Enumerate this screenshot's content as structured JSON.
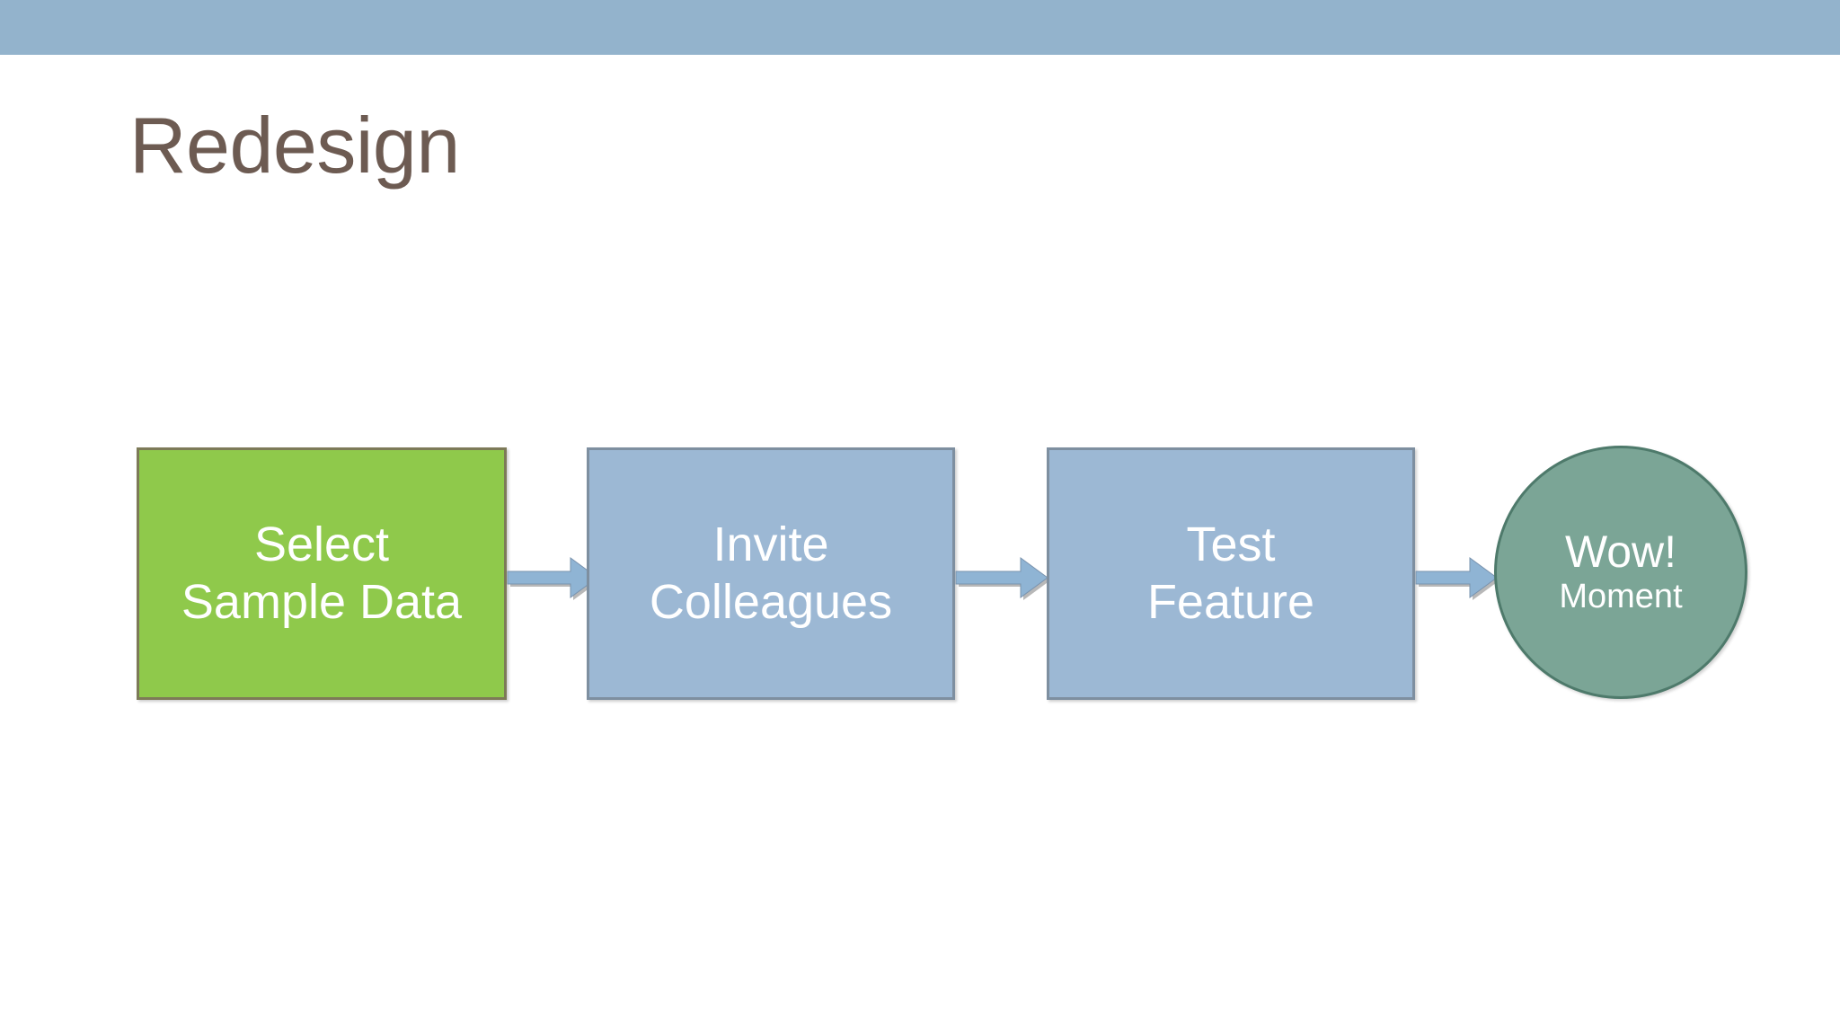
{
  "slide": {
    "title": "Redesign",
    "background_color": "#ffffff",
    "band_color": "#93b3cc",
    "title_color": "#6d5b52"
  },
  "diagram": {
    "type": "process-flow",
    "direction": "left-to-right",
    "nodes": [
      {
        "id": "select-sample-data",
        "shape": "rectangle",
        "line1": "Select",
        "line2": "Sample Data",
        "fill": "#8fc94b",
        "border": "#7d7a58",
        "text_color": "#ffffff",
        "highlight": true
      },
      {
        "id": "invite-colleagues",
        "shape": "rectangle",
        "line1": "Invite",
        "line2": "Colleagues",
        "fill": "#9cb8d4",
        "border": "#7e8fa0",
        "text_color": "#ffffff",
        "highlight": false
      },
      {
        "id": "test-feature",
        "shape": "rectangle",
        "line1": "Test",
        "line2": "Feature",
        "fill": "#9cb8d4",
        "border": "#7e8fa0",
        "text_color": "#ffffff",
        "highlight": false
      },
      {
        "id": "wow-moment",
        "shape": "circle",
        "line1": "Wow!",
        "line2": "Moment",
        "fill": "#7ba596",
        "border": "#4e7a6b",
        "text_color": "#ffffff",
        "highlight": false
      }
    ],
    "connectors": [
      {
        "id": "arrow-1",
        "from": "select-sample-data",
        "to": "invite-colleagues",
        "icon": "right-arrow-icon",
        "color": "#8fb4d4"
      },
      {
        "id": "arrow-2",
        "from": "invite-colleagues",
        "to": "test-feature",
        "icon": "right-arrow-icon",
        "color": "#8fb4d4"
      },
      {
        "id": "arrow-3",
        "from": "test-feature",
        "to": "wow-moment",
        "icon": "right-arrow-icon",
        "color": "#8fb4d4"
      }
    ]
  }
}
